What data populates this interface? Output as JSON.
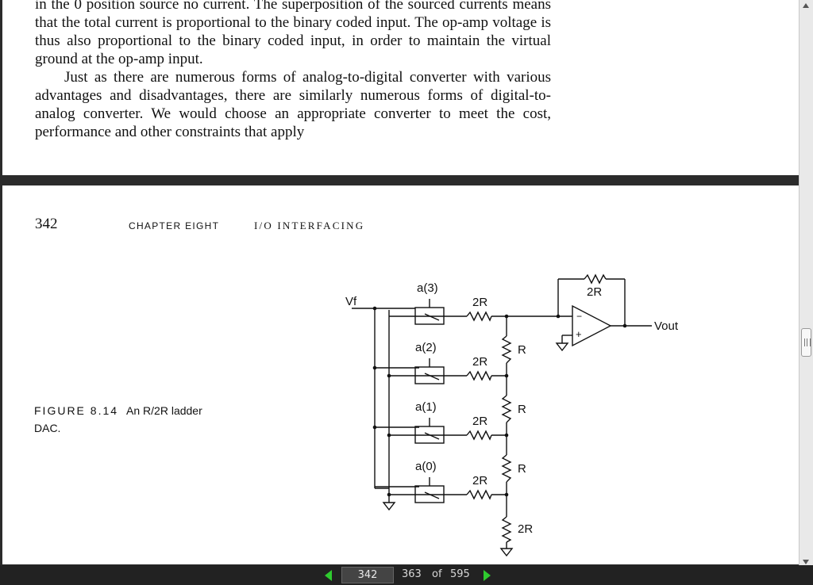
{
  "top_page": {
    "paragraphs": [
      "in the 0 position source no current. The superposition of the sourced currents means that the total current is proportional to the binary coded input. The op-amp voltage is thus also proportional to the binary coded input, in order to maintain the virtual ground at the op-amp input.",
      "Just as there are numerous forms of analog-to-digital converter with various advantages and disadvantages, there are similarly numerous forms of digital-to-analog converter. We would choose an appropriate converter to meet the cost, performance and other constraints that apply"
    ]
  },
  "running_head": {
    "page_number": "342",
    "chapter_label": "CHAPTER EIGHT",
    "chapter_title": "I/O INTERFACING"
  },
  "figure": {
    "label": "FIGURE 8.14",
    "caption": "An R/2R ladder DAC.",
    "circuit_labels": {
      "vf": "Vf",
      "vout": "Vout",
      "switches": [
        "a(3)",
        "a(2)",
        "a(1)",
        "a(0)"
      ],
      "branch_resistor": "2R",
      "ladder_resistor": "R",
      "terminator": "2R",
      "feedback": "2R",
      "minus": "−",
      "plus": "+"
    }
  },
  "nav": {
    "current_page": "342",
    "page_index": "363",
    "of_label": "of",
    "total_pages": "595"
  }
}
